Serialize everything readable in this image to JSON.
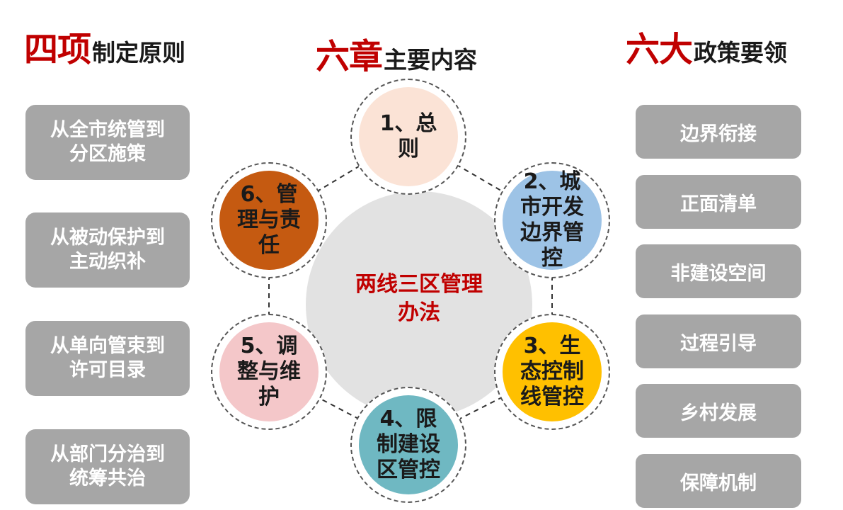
{
  "headings": {
    "left": {
      "accent": "四项",
      "rest": "制定原则"
    },
    "center": {
      "accent": "六章",
      "rest": "主要内容"
    },
    "right": {
      "accent": "六大",
      "rest": "政策要领"
    }
  },
  "principles": [
    "从全市统管到分区施策",
    "从被动保护到主动织补",
    "从单向管束到许可目录",
    "从部门分治到统筹共治"
  ],
  "policy_points": [
    "边界衔接",
    "正面清单",
    "非建设空间",
    "过程引导",
    "乡村发展",
    "保障机制"
  ],
  "center": {
    "line1": "两线三区管理",
    "line2": "办法"
  },
  "chapters": [
    {
      "label": "1、总则",
      "color": "#fbe3d6"
    },
    {
      "label": "2、城市开发边界管控",
      "color": "#9dc3e6"
    },
    {
      "label": "3、生态控制线管控",
      "color": "#ffc000"
    },
    {
      "label": "4、限制建设区管控",
      "color": "#6fb8c2"
    },
    {
      "label": "5、调整与维护",
      "color": "#f4c7c9"
    },
    {
      "label": "6、管理与责任",
      "color": "#c55a11"
    }
  ],
  "colors": {
    "accent": "#c00000",
    "box_gray": "#a6a6a6",
    "center_disc": "#e2e2e2"
  }
}
